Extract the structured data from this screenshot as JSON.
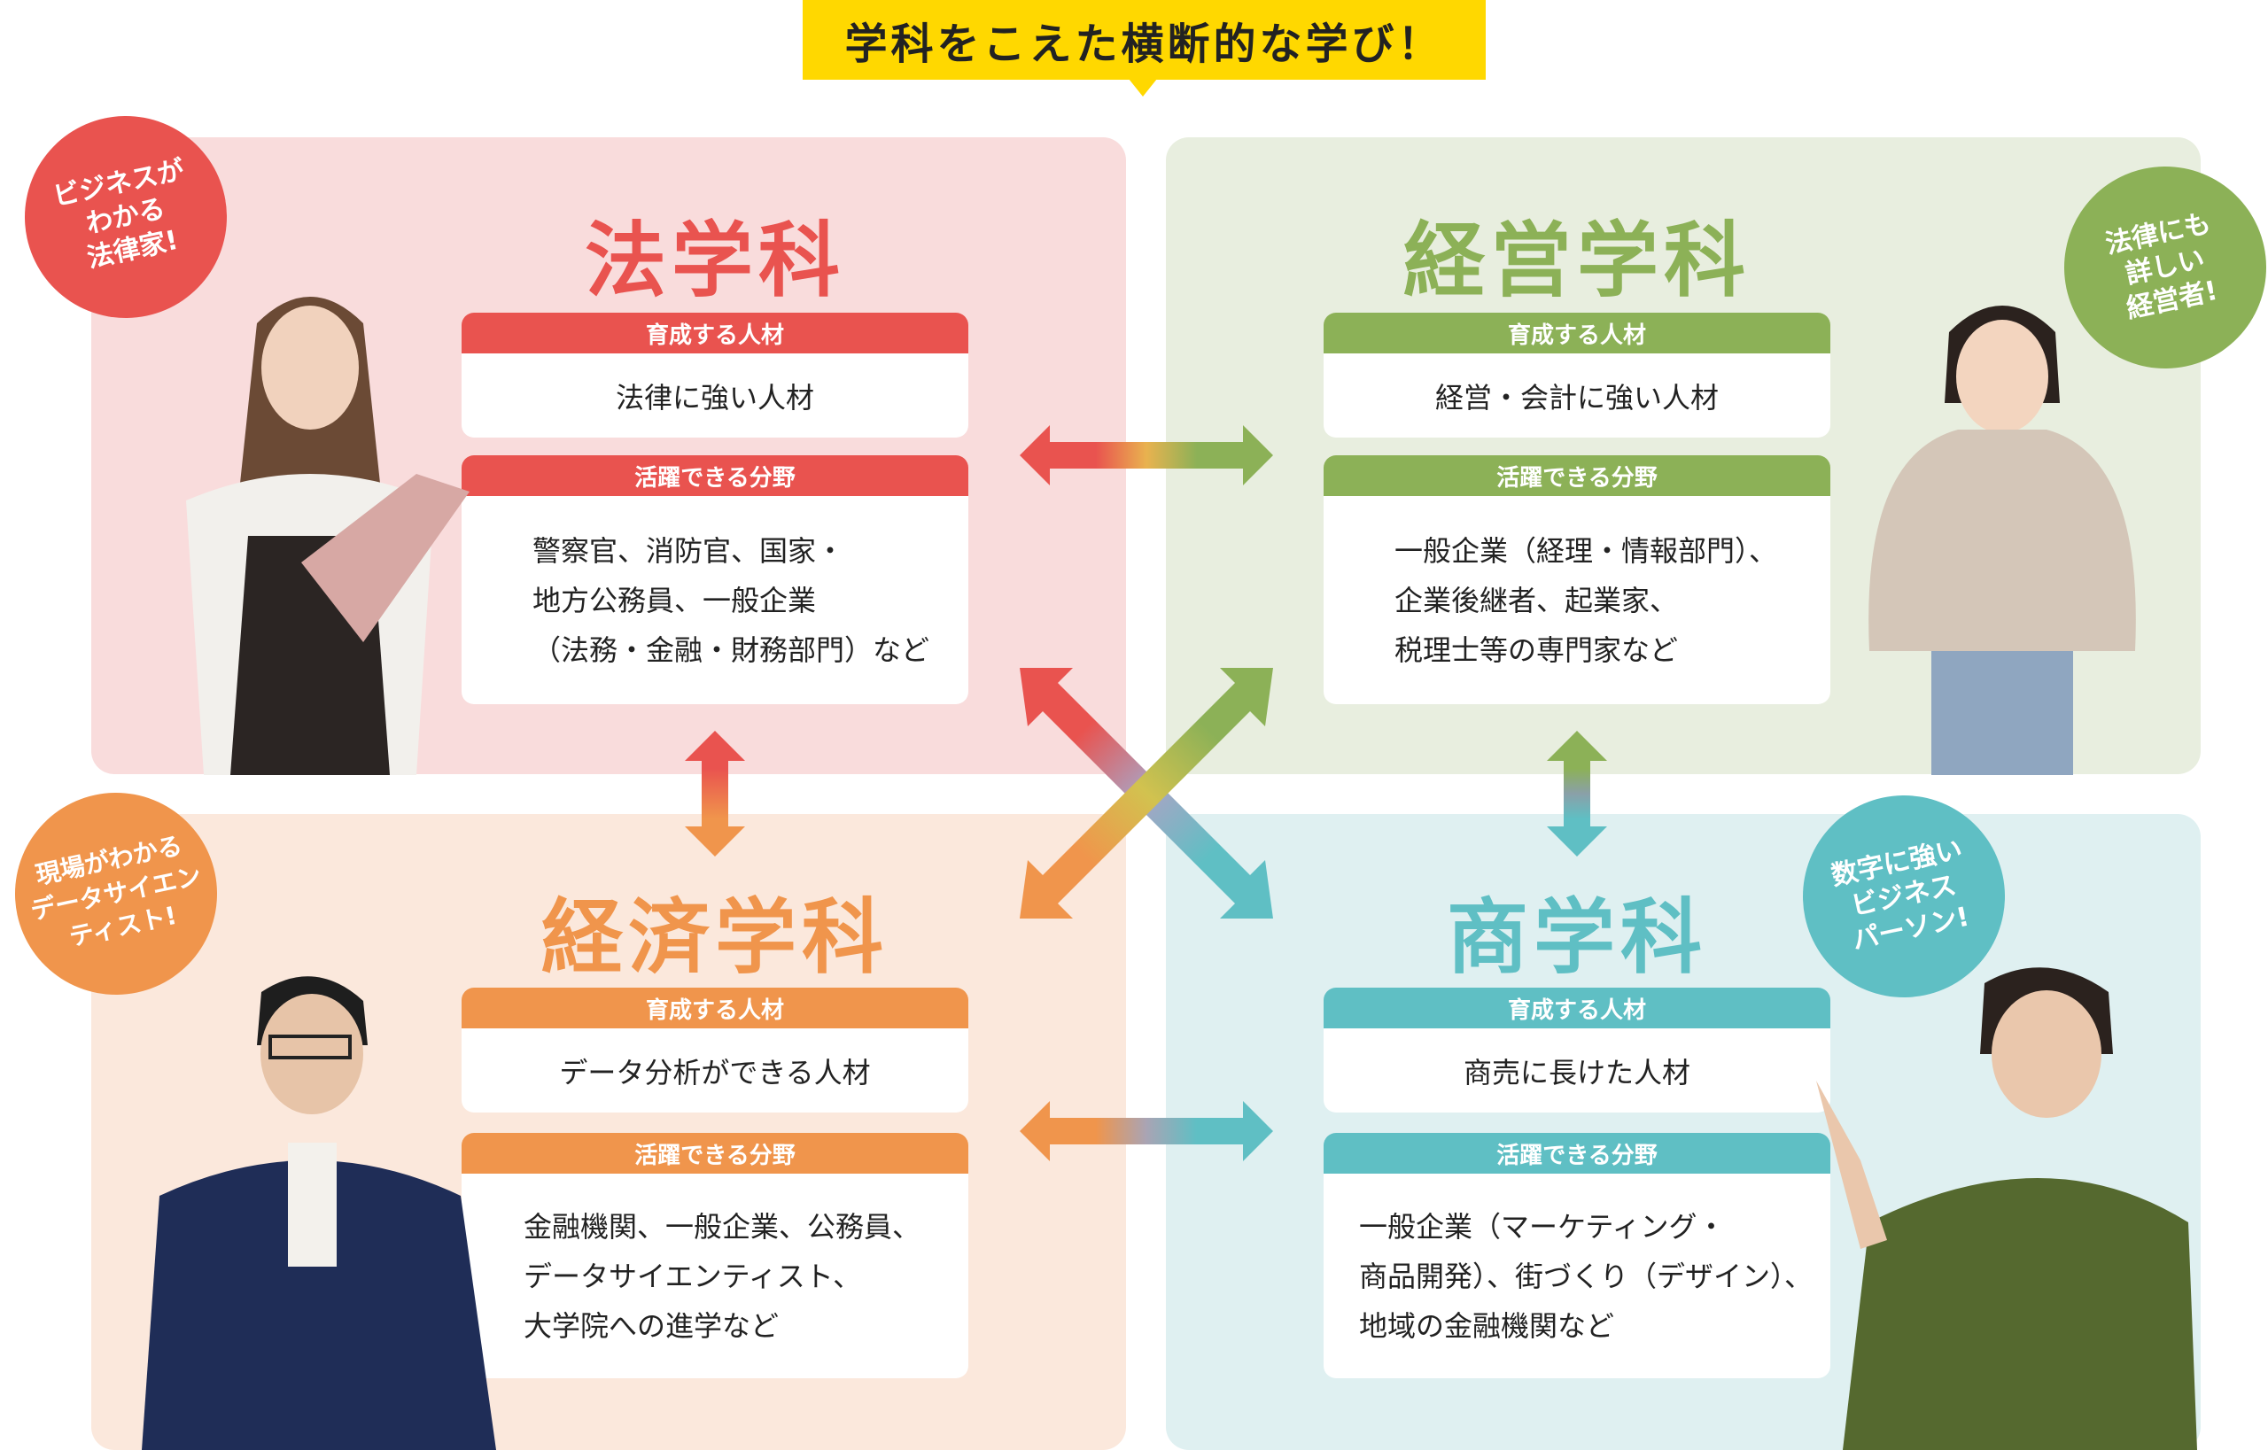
{
  "banner": {
    "title": "学科をこえた横断的な学び！"
  },
  "labels": {
    "talent": "育成する人材",
    "fields": "活躍できる分野"
  },
  "departments": {
    "law": {
      "name": "法学科",
      "color": "#e9534f",
      "talent": "法律に強い人材",
      "fields": [
        "警察官、消防官、国家・",
        "地方公務員、一般企業",
        "（法務・金融・財務部門）など"
      ],
      "bubble": [
        "ビジネスが",
        "わかる",
        "法律家!"
      ]
    },
    "management": {
      "name": "経営学科",
      "color": "#8cb157",
      "talent": "経営・会計に強い人材",
      "fields": [
        "一般企業（経理・情報部門）、",
        "企業後継者、起業家、",
        "税理士等の専門家など"
      ],
      "bubble": [
        "法律にも",
        "詳しい",
        "経営者!"
      ]
    },
    "economics": {
      "name": "経済学科",
      "color": "#f0954c",
      "talent": "データ分析ができる人材",
      "fields": [
        "金融機関、一般企業、公務員、",
        "データサイエンティスト、",
        "大学院への進学など"
      ],
      "bubble": [
        "現場がわかる",
        "データサイエン",
        "ティスト!"
      ]
    },
    "commerce": {
      "name": "商学科",
      "color": "#5fbfc4",
      "talent": "商売に長けた人材",
      "fields": [
        "一般企業（マーケティング・",
        "商品開発）、街づくり（デザイン）、",
        "地域の金融機関など"
      ],
      "bubble": [
        "数字に強い",
        "ビジネス",
        "パーソン!"
      ]
    }
  }
}
